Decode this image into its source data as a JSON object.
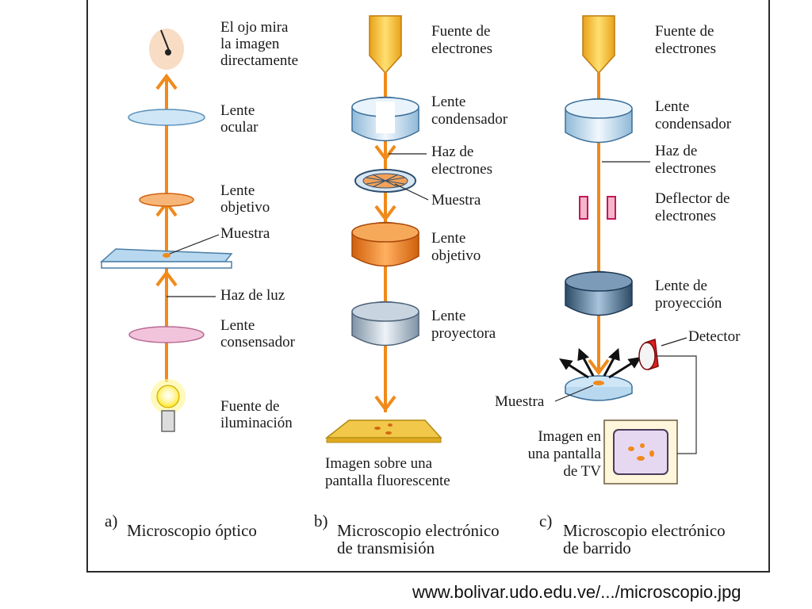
{
  "panel_a": {
    "eye": [
      "El ojo mira",
      "la imagen",
      "directamente"
    ],
    "ocular_lens": [
      "Lente",
      "ocular"
    ],
    "objective_lens": [
      "Lente",
      "objetivo"
    ],
    "sample": "Muestra",
    "light_beam": "Haz de luz",
    "condenser_lens": [
      "Lente",
      "consensador"
    ],
    "light_source": [
      "Fuente de",
      "iluminación"
    ],
    "letter": "a)",
    "caption": [
      "Microscopio óptico"
    ]
  },
  "panel_b": {
    "electron_source": [
      "Fuente de",
      "electrones"
    ],
    "condenser_lens": [
      "Lente",
      "condensador"
    ],
    "electron_beam": [
      "Haz de",
      "electrones"
    ],
    "sample": "Muestra",
    "objective_lens": [
      "Lente",
      "objetivo"
    ],
    "projector_lens": [
      "Lente",
      "proyectora"
    ],
    "screen_image": [
      "Imagen sobre una",
      "pantalla fluorescente"
    ],
    "letter": "b)",
    "caption": [
      "Microscopio electrónico",
      "de transmisión"
    ]
  },
  "panel_c": {
    "electron_source": [
      "Fuente de",
      "electrones"
    ],
    "condenser_lens": [
      "Lente",
      "condensador"
    ],
    "electron_beam": [
      "Haz de",
      "electrones"
    ],
    "deflector": [
      "Deflector de",
      "electrones"
    ],
    "projection_lens": [
      "Lente de",
      "proyección"
    ],
    "detector": "Detector",
    "sample": "Muestra",
    "tv_image": [
      "Imagen en",
      "una pantalla",
      "de TV"
    ],
    "letter": "c)",
    "caption": [
      "Microscopio electrónico",
      "de barrido"
    ]
  },
  "source_credit": "www.bolivar.udo.edu.ve/.../microscopio.jpg",
  "colors": {
    "beam": "#f08a1c",
    "lens_blue": "#cfe6f7",
    "lens_orange": "#f08a1c",
    "lens_grey": "#7e96ad",
    "screen_yellow": "#f2c84a",
    "text": "#1a1a1a"
  }
}
